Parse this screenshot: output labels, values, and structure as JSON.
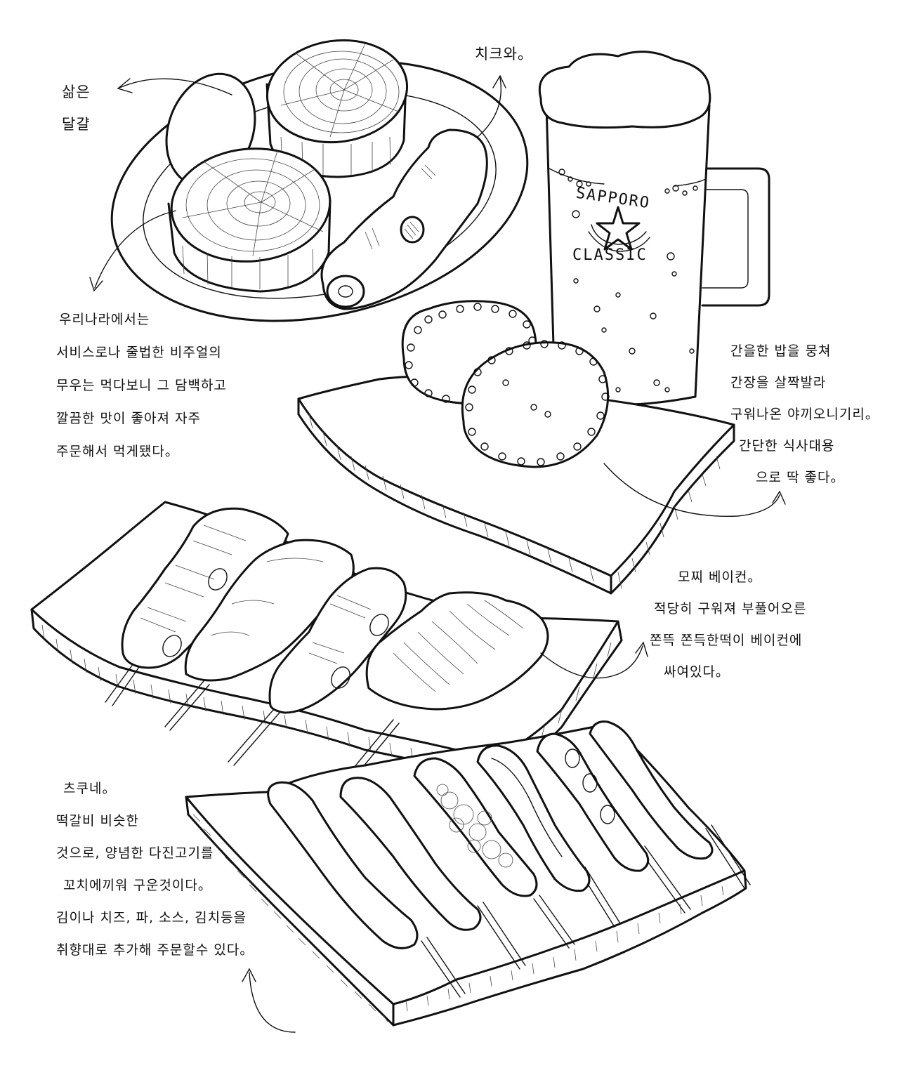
{
  "illustration": {
    "title": "Izakaya food sketch",
    "palette": {
      "ink": "#111111",
      "paper": "#ffffff"
    }
  },
  "beer_mug": {
    "brand_top": "SAPPORO",
    "brand_bottom": "CLASSIC",
    "logo_icon": "star-icon"
  },
  "notes": {
    "egg": {
      "lines": [
        "삶은",
        "달걀"
      ]
    },
    "chikuwa": {
      "lines": [
        "치크와。"
      ]
    },
    "daikon": {
      "lines": [
        "우리나라에서는",
        "서비스로나 줄법한 비주얼의",
        "무우는 먹다보니 그 담백하고",
        "깔끔한 맛이 좋아져 자주",
        "주문해서 먹게됐다。"
      ]
    },
    "onigiri": {
      "lines": [
        "간을한 밥을 뭉쳐",
        "간장을 살짝발라",
        "구워나온 야끼오니기리。",
        "간단한 식사대용",
        "으로 딱 좋다。"
      ]
    },
    "mochi_bacon": {
      "lines": [
        "모찌 베이컨。",
        "적당히 구워져 부풀어오른",
        "쫀뜩 쫀득한떡이 베이컨에",
        "싸여있다。"
      ]
    },
    "tsukune": {
      "lines": [
        "츠쿠네。",
        "떡갈비 비슷한",
        "것으로, 양념한 다진고기를",
        "꼬치에끼워 구운것이다。",
        "김이나 치즈, 파, 소스, 김치등을",
        "취향대로 추가해 주문할수 있다。"
      ]
    }
  }
}
